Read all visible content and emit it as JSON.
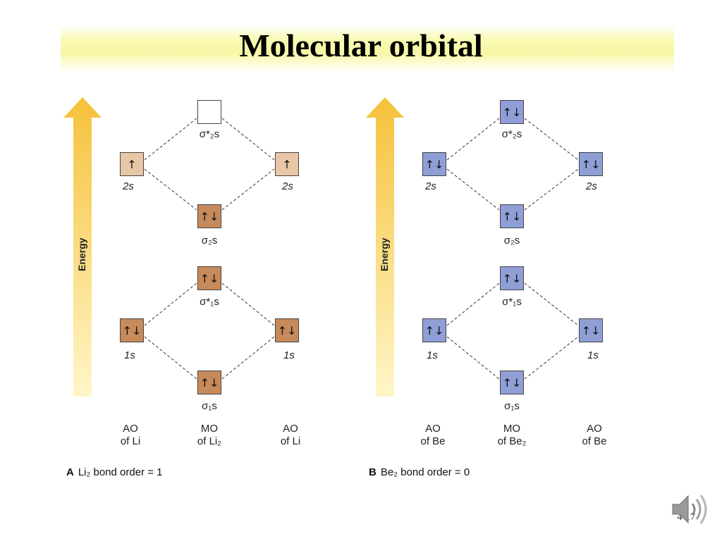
{
  "title": "Molecular orbital",
  "page_number": "4-17",
  "colors": {
    "li_light": "#e8c7a6",
    "li_dark": "#c68a5b",
    "be_blue": "#8f9fd6",
    "empty": "#ffffff",
    "arrow_yellow": "#f5c13a",
    "title_band": "#f7f7a6"
  },
  "energy_label": "Energy",
  "panels": [
    {
      "caption_letter": "A",
      "caption_text": "Li₂ bond order = 1",
      "ao_left_label": "AO\nof Li",
      "mo_label": "MO\nof Li₂",
      "ao_right_label": "AO\nof Li",
      "orbitals": {
        "sigma2s_star": {
          "label": "σ*₂s",
          "electrons": ""
        },
        "left_2s": {
          "label": "2s",
          "electrons": "↑"
        },
        "right_2s": {
          "label": "2s",
          "electrons": "↑"
        },
        "sigma2s": {
          "label": "σ₂s",
          "electrons": "↑↓"
        },
        "sigma1s_star": {
          "label": "σ*₁s",
          "electrons": "↑↓"
        },
        "left_1s": {
          "label": "1s",
          "electrons": "↑↓"
        },
        "right_1s": {
          "label": "1s",
          "electrons": "↑↓"
        },
        "sigma1s": {
          "label": "σ₁s",
          "electrons": "↑↓"
        }
      }
    },
    {
      "caption_letter": "B",
      "caption_text": "Be₂ bond order = 0",
      "ao_left_label": "AO\nof Be",
      "mo_label": "MO\nof Be₂",
      "ao_right_label": "AO\nof Be",
      "orbitals": {
        "sigma2s_star": {
          "label": "σ*₂s",
          "electrons": "↑↓"
        },
        "left_2s": {
          "label": "2s",
          "electrons": "↑↓"
        },
        "right_2s": {
          "label": "2s",
          "electrons": "↑↓"
        },
        "sigma2s": {
          "label": "σ₂s",
          "electrons": "↑↓"
        },
        "sigma1s_star": {
          "label": "σ*₁s",
          "electrons": "↑↓"
        },
        "left_1s": {
          "label": "1s",
          "electrons": "↑↓"
        },
        "right_1s": {
          "label": "1s",
          "electrons": "↑↓"
        },
        "sigma1s": {
          "label": "σ₁s",
          "electrons": "↑↓"
        }
      }
    }
  ]
}
